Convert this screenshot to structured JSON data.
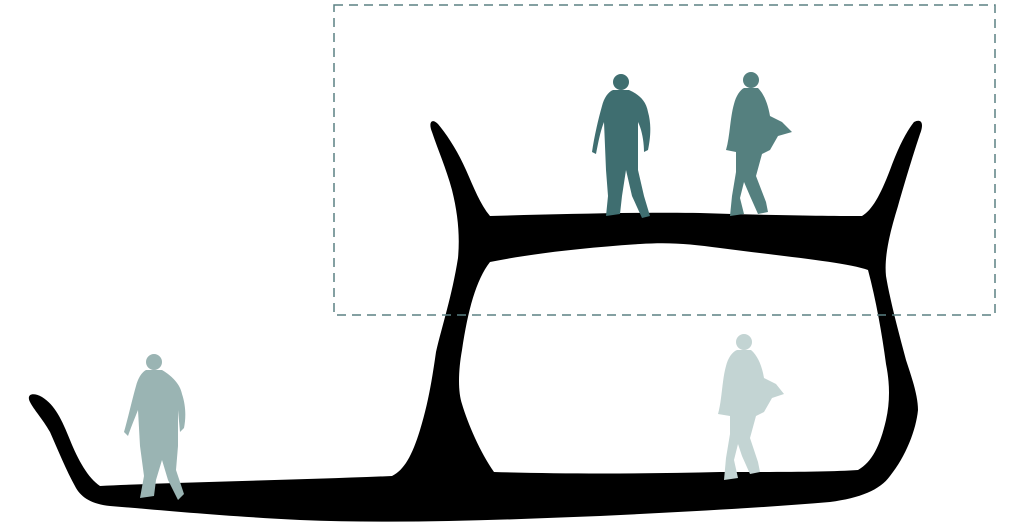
{
  "diagram": {
    "colors": {
      "background": "#ffffff",
      "structure": "#000000",
      "figure_dark": "#3f6e70",
      "figure_mid": "#55807f",
      "figure_light": "#9ab4b3",
      "figure_faded": "#c3d4d3",
      "frame_stroke": "#5b8083"
    },
    "elements": [
      {
        "name": "section-structure",
        "type": "silhouette"
      },
      {
        "name": "highlight-frame",
        "type": "dashed-rectangle"
      },
      {
        "name": "person-standing-upper-left",
        "type": "human-figure",
        "tone": "figure_dark"
      },
      {
        "name": "person-walking-upper-right",
        "type": "human-figure",
        "tone": "figure_mid"
      },
      {
        "name": "person-standing-lower-left",
        "type": "human-figure",
        "tone": "figure_light"
      },
      {
        "name": "person-walking-lower-right",
        "type": "human-figure",
        "tone": "figure_faded"
      }
    ]
  }
}
